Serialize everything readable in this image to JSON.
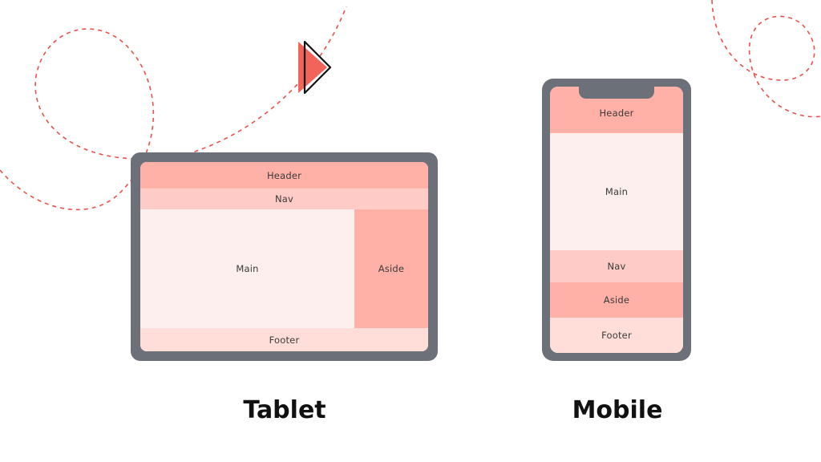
{
  "tablet": {
    "header": "Header",
    "nav": "Nav",
    "main": "Main",
    "aside": "Aside",
    "footer": "Footer",
    "caption": "Tablet"
  },
  "mobile": {
    "header": "Header",
    "main": "Main",
    "nav": "Nav",
    "aside": "Aside",
    "footer": "Footer",
    "caption": "Mobile"
  },
  "colors": {
    "device_frame": "#6c7078",
    "header": "#ffb1a8",
    "nav": "#ffcbc6",
    "main": "#fcefed",
    "aside": "#ffb1a8",
    "footer": "#ffdeda",
    "accent": "#f2635a",
    "dashes": "#e8524b"
  },
  "icons": {
    "play": "play-icon"
  }
}
